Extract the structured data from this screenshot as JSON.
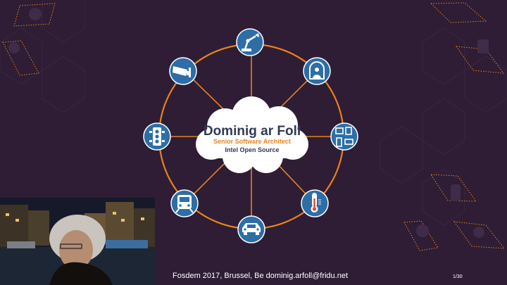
{
  "slide": {
    "speaker_name": "Dominig ar Foll",
    "speaker_role": "Senior Software Architect",
    "speaker_org": "Intel Open Source",
    "footer": "Fosdem 2017, Brussel, Be dominig.arfoll@fridu.net",
    "page": "1/30"
  },
  "colors": {
    "background": "#2e1d35",
    "accent": "#e8821e",
    "icon_circle": "#2d6ea6",
    "cloud": "#ffffff",
    "title_text": "#2f3a55"
  },
  "icons": [
    "robot-arm-icon",
    "security-camera-icon",
    "scanner-icon",
    "traffic-light-icon",
    "devices-icon",
    "train-icon",
    "thermometer-icon",
    "car-icon"
  ]
}
